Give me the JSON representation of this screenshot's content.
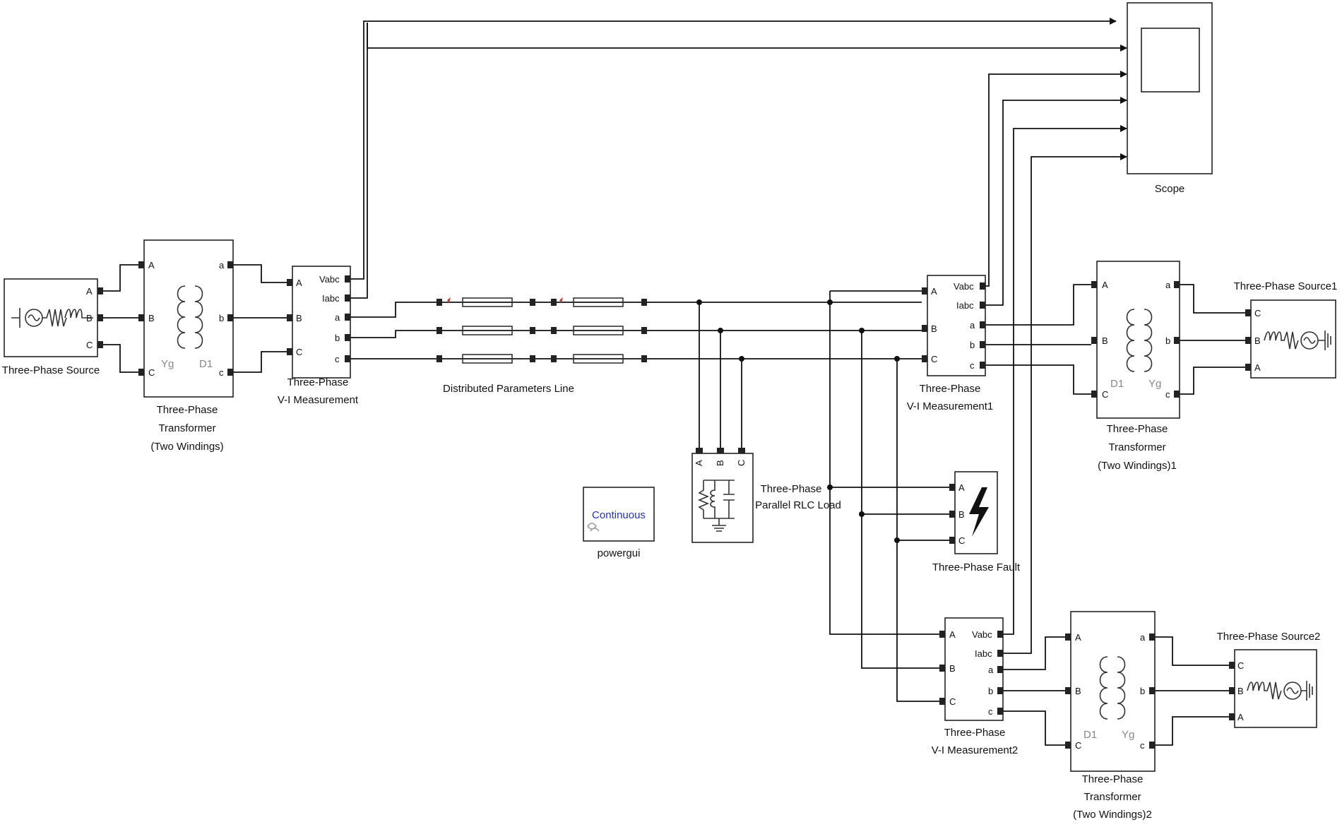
{
  "blocks": {
    "source1": {
      "name": "Three-Phase Source",
      "ports": [
        "A",
        "B",
        "C"
      ]
    },
    "transformer1": {
      "name_lines": [
        "Three-Phase",
        "Transformer",
        "(Two Windings)"
      ],
      "left_ports": [
        "A",
        "B",
        "C"
      ],
      "right_ports": [
        "a",
        "b",
        "c"
      ],
      "winding_left": "Yg",
      "winding_right": "D1"
    },
    "vi1": {
      "name_lines": [
        "Three-Phase",
        "V-I Measurement"
      ],
      "left_ports": [
        "A",
        "B",
        "C"
      ],
      "right_ports": [
        "Vabc",
        "Iabc",
        "a",
        "b",
        "c"
      ]
    },
    "line": {
      "name": "Distributed Parameters Line"
    },
    "load": {
      "name_lines": [
        "Three-Phase",
        "Parallel RLC Load"
      ],
      "ports": [
        "A",
        "B",
        "C"
      ]
    },
    "powergui": {
      "name": "powergui",
      "mode": "Continuous"
    },
    "fault": {
      "name": "Three-Phase Fault",
      "ports": [
        "A",
        "B",
        "C"
      ]
    },
    "vi2": {
      "name_lines": [
        "Three-Phase",
        "V-I Measurement1"
      ],
      "left_ports": [
        "A",
        "B",
        "C"
      ],
      "right_ports": [
        "Vabc",
        "Iabc",
        "a",
        "b",
        "c"
      ]
    },
    "vi3": {
      "name_lines": [
        "Three-Phase",
        "V-I Measurement2"
      ],
      "left_ports": [
        "A",
        "B",
        "C"
      ],
      "right_ports": [
        "Vabc",
        "Iabc",
        "a",
        "b",
        "c"
      ]
    },
    "transformer2": {
      "name_lines": [
        "Three-Phase",
        "Transformer",
        "(Two Windings)1"
      ],
      "left_ports": [
        "A",
        "B",
        "C"
      ],
      "right_ports": [
        "a",
        "b",
        "c"
      ],
      "winding_left": "D1",
      "winding_right": "Yg"
    },
    "transformer3": {
      "name_lines": [
        "Three-Phase",
        "Transformer",
        "(Two Windings)2"
      ],
      "left_ports": [
        "A",
        "B",
        "C"
      ],
      "right_ports": [
        "a",
        "b",
        "c"
      ],
      "winding_left": "D1",
      "winding_right": "Yg"
    },
    "source2": {
      "name": "Three-Phase Source1",
      "ports": [
        "C",
        "B",
        "A"
      ]
    },
    "source3": {
      "name": "Three-Phase Source2",
      "ports": [
        "C",
        "B",
        "A"
      ]
    },
    "scope": {
      "name": "Scope"
    }
  }
}
